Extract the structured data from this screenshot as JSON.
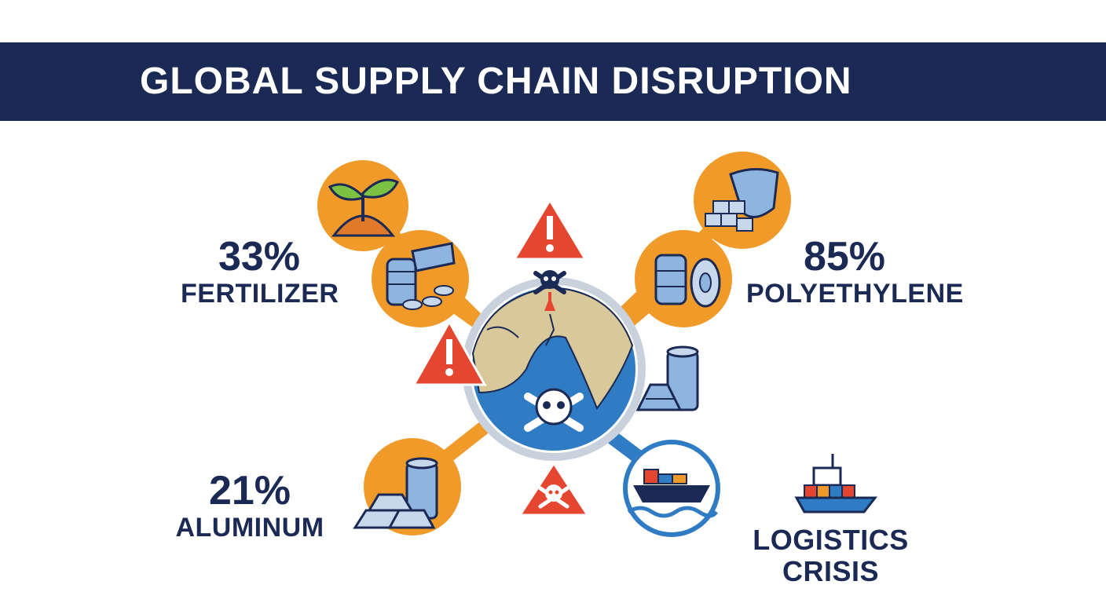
{
  "header": {
    "title": "GLOBAL SUPPLY CHAIN DISRUPTION"
  },
  "stats": [
    {
      "value": "33%",
      "label": "FERTILIZER"
    },
    {
      "value": "85%",
      "label": "POLYETHYLENE"
    },
    {
      "value": "21%",
      "label": "ALUMINUM"
    },
    {
      "value": "",
      "label": "LOGISTICS CRISIS"
    }
  ],
  "colors": {
    "navy": "#1b2a55",
    "orange": "#f09a2a",
    "blue": "#2f7cc4",
    "alert_red": "#e5462f",
    "steel": "#8fb4e0"
  },
  "icons": [
    "sprout-icon",
    "metal-bars-icon",
    "plastic-pellets-icon",
    "polyethylene-roll-icon",
    "aluminum-can-icon",
    "container-ship-icon",
    "globe-icon",
    "warning-icon",
    "skull-crossbones-icon"
  ]
}
